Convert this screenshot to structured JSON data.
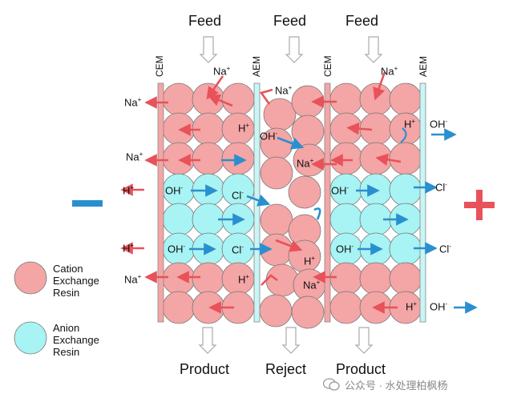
{
  "labels": {
    "feed": "Feed",
    "product": "Product",
    "reject": "Reject",
    "cem": "CEM",
    "aem": "AEM"
  },
  "ions": {
    "na": "Na",
    "h": "H",
    "oh": "OH",
    "cl": "Cl",
    "plus": "+",
    "minus": "-"
  },
  "legend": {
    "cation_line1": "Cation",
    "cation_line2": "Exchange",
    "cation_line3": "Resin",
    "anion_line1": "Anion",
    "anion_line2": "Exchange",
    "anion_line3": "Resin"
  },
  "electrodes": {
    "cathode": "−",
    "anode": "+"
  },
  "watermark": "公众号 · 水处理柏枫杨",
  "colors": {
    "cation_resin": "#f4a5a5",
    "anion_resin": "#a8f3f3",
    "cation_flow": "#e8525a",
    "anion_flow": "#2a8fd0",
    "cem_membrane": "#f4a5a5",
    "aem_membrane": "#c8f5f5",
    "cathode": "#2a8fd0",
    "anode": "#e8525a"
  }
}
